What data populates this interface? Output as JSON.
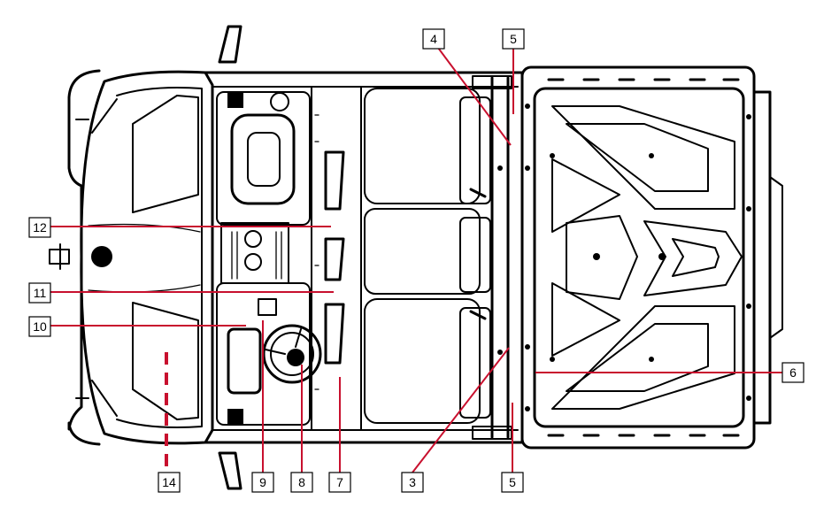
{
  "colors": {
    "leader": "#c8102e",
    "outline": "#000000",
    "background": "#ffffff"
  },
  "callouts": [
    {
      "id": "c14",
      "label": "14"
    },
    {
      "id": "c9",
      "label": "9"
    },
    {
      "id": "c8",
      "label": "8"
    },
    {
      "id": "c7",
      "label": "7"
    },
    {
      "id": "c3",
      "label": "3"
    },
    {
      "id": "c5b",
      "label": "5"
    },
    {
      "id": "c4",
      "label": "4"
    },
    {
      "id": "c5t",
      "label": "5"
    },
    {
      "id": "c12",
      "label": "12"
    },
    {
      "id": "c11",
      "label": "11"
    },
    {
      "id": "c10",
      "label": "10"
    },
    {
      "id": "c6",
      "label": "6"
    }
  ]
}
